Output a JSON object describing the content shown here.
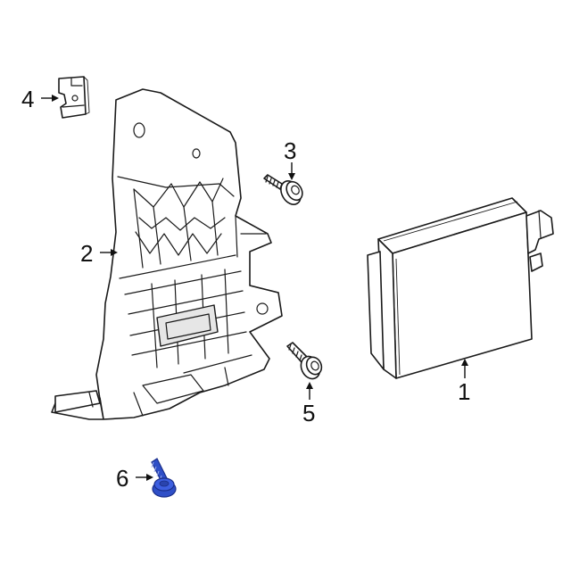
{
  "callouts": {
    "module": "1",
    "bracket": "2",
    "bolt_upper": "3",
    "clip": "4",
    "bolt_lower": "5",
    "bolt_highlighted": "6"
  },
  "colors": {
    "line": "#1a1a1a",
    "highlight": "#2f4fc7",
    "highlight_dark": "#1b2f8a",
    "background": "#ffffff"
  }
}
